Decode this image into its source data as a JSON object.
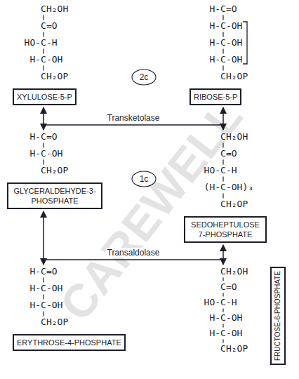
{
  "diagram": {
    "nodes": [
      {
        "text": [
          "CH₂OH",
          "C=O",
          "HO-C-H",
          "H-C-OH",
          "CH₂OP",
          "XYLULOSE-5-P"
        ]
      },
      {
        "text": [
          "H-C=O",
          "H-C-OH",
          "H-C-OH",
          "H-C-OH",
          "CH₂OP",
          "RIBOSE-5-P"
        ]
      },
      {
        "text": [
          "H-C=O",
          "H-C-OH",
          "CH₂OP",
          "GLYCERALDEHYDE-3-PHOSPHATE"
        ]
      },
      {
        "text": [
          "CH₂OH",
          "C=O",
          "HO-C-H",
          "(H-C-OH)₃",
          "CH₂OP",
          "SEDOHEPTULOSE 7-PHOSPHATE"
        ]
      },
      {
        "text": [
          "H-C=O",
          "H-C-OH",
          "H-C-OH",
          "CH₂OP",
          "ERYTHROSE-4-PHOSPHATE"
        ]
      },
      {
        "text": [
          "CH₂OH",
          "C=O",
          "HO-C-H",
          "H-C-OH",
          "H-C-OH",
          "CH₂OP",
          "FRUCTOSE-6-PHOSPHATE"
        ]
      }
    ],
    "edges": [
      {
        "from": 0,
        "to": 2,
        "arrow": "both",
        "label": "Transketolase"
      },
      {
        "from": 1,
        "to": 3,
        "arrow": "both"
      },
      {
        "from": 2,
        "to": 4,
        "arrow": "both",
        "label": "Transaldolase"
      },
      {
        "from": 3,
        "to": 5,
        "arrow": "both"
      }
    ],
    "labels": [
      "2c",
      "1c",
      "CAREWELL"
    ]
  }
}
